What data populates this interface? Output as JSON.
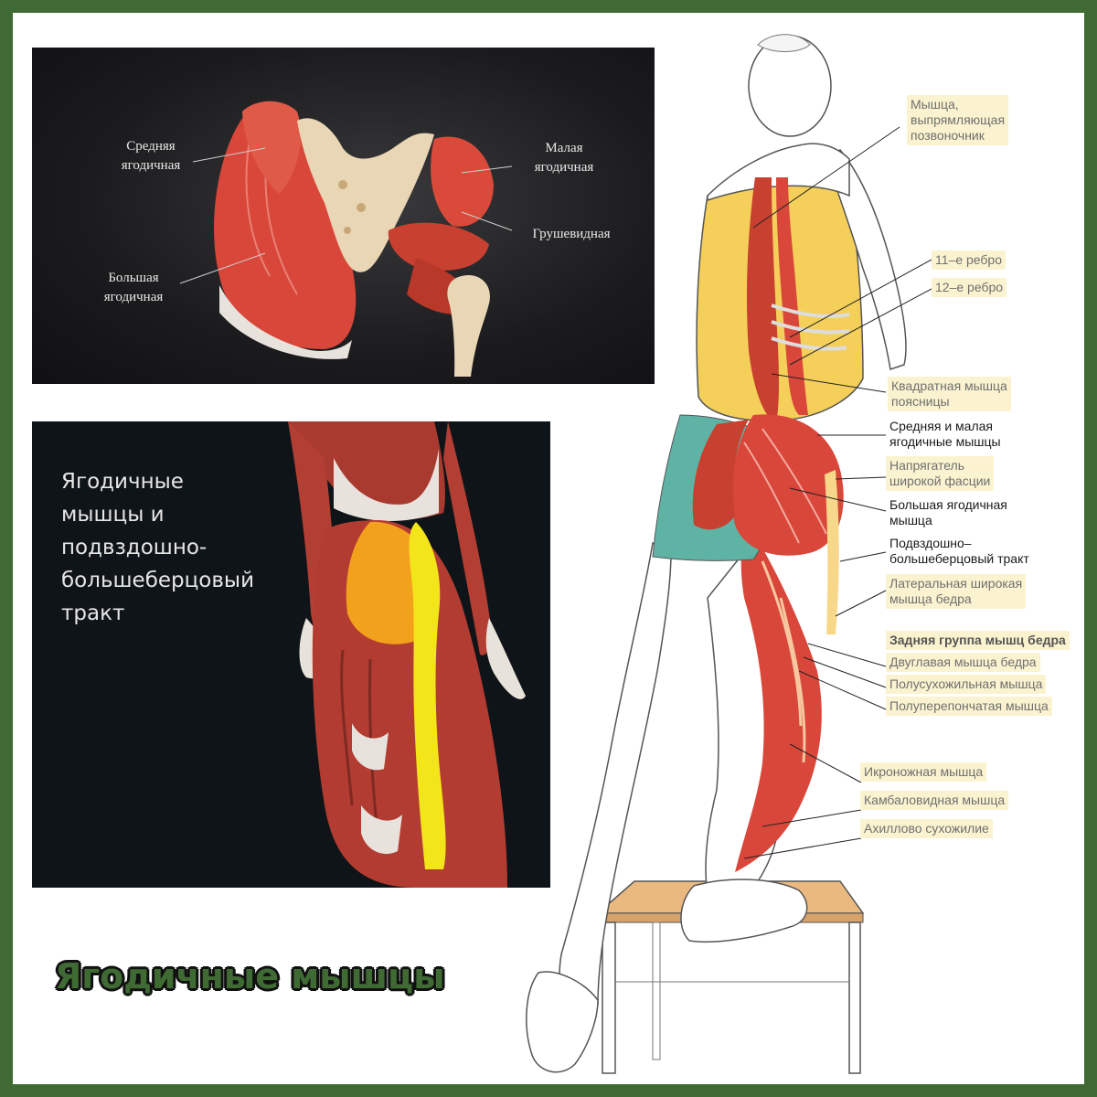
{
  "colors": {
    "border": "#3f6a33",
    "muscle": "#d94a3a",
    "muscle_dark": "#a8322a",
    "tract_yellow": "#f2e51a",
    "glute_orange": "#f5a21a",
    "shirt": "#f4cf5a",
    "shorts": "#5fb3a4",
    "label_bg": "#fbf3d0"
  },
  "pelvis_panel": {
    "labels": {
      "gluteus_medius": "Средняя\nягодичная",
      "gluteus_minimus": "Малая\nягодичная",
      "piriformis": "Грушевидная",
      "gluteus_maximus": "Большая\nягодичная"
    }
  },
  "leg_panel": {
    "title": "Ягодичные\nмышцы и\nподвздошно-\nбольшеберцовый\nтракт"
  },
  "figure": {
    "labels": {
      "erector": "Мышца,\nвыпрямляющая\nпозвоночник",
      "rib11": "11–е ребро",
      "rib12": "12–е ребро",
      "quadratus": "Квадратная мышца\nпоясницы",
      "glute_med_min": "Средняя и малая\nягодичные мышцы",
      "tfl": "Напрягатель\nширокой фасции",
      "glute_max": "Большая ягодичная\nмышца",
      "it_tract": "Подвздошно–\nбольшеберцовый тракт",
      "vastus_lateralis": "Латеральная широкая\nмышца бедра",
      "hamstrings_group": "Задняя группа мышц бедра",
      "biceps_femoris": "Двуглавая мышца бедра",
      "semitendinosus": "Полусухожильная мышца",
      "semimembranosus": "Полуперепончатая мышца",
      "gastrocnemius": "Икроножная мышца",
      "soleus": "Камбаловидная мышца",
      "achilles": "Ахиллово сухожилие"
    }
  },
  "bottom_title": "Ягодичные мышцы"
}
